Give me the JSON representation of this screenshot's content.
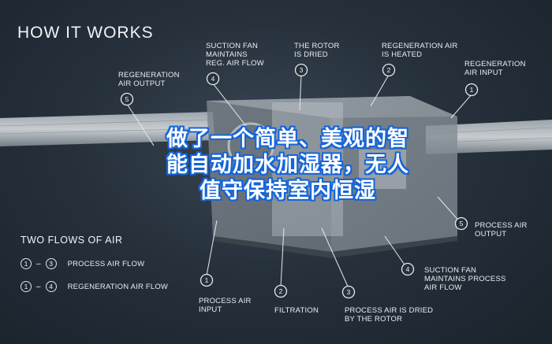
{
  "title": "HOW IT WORKS",
  "callouts": {
    "regen_output": {
      "num": "5",
      "line1": "REGENERATION",
      "line2": "AIR OUTPUT"
    },
    "suction_regen": {
      "num": "4",
      "line1": "SUCTION FAN",
      "line2": "MAINTAINS",
      "line3": "REG. AIR FLOW"
    },
    "rotor_dried": {
      "num": "3",
      "line1": "THE ROTOR",
      "line2": "IS DRIED"
    },
    "regen_heated": {
      "num": "2",
      "line1": "REGENERATION AIR",
      "line2": "IS HEATED"
    },
    "regen_input": {
      "num": "1",
      "line1": "REGENERATION",
      "line2": "AIR INPUT"
    },
    "process_output": {
      "num": "5",
      "line1": "PROCESS AIR",
      "line2": "OUTPUT"
    },
    "suction_process": {
      "num": "4",
      "line1": "SUCTION FAN",
      "line2": "MAINTAINS PROCESS",
      "line3": "AIR FLOW"
    },
    "process_input": {
      "num": "1",
      "line1": "PROCESS AIR",
      "line2": "INPUT"
    },
    "filtration": {
      "num": "2",
      "line1": "FILTRATION"
    },
    "process_dried": {
      "num": "3",
      "line1": "PROCESS AIR IS DRIED",
      "line2": "BY THE ROTOR"
    }
  },
  "legend": {
    "title": "TWO FLOWS OF AIR",
    "rows": [
      {
        "from": "1",
        "to": "3",
        "label": "PROCESS AIR FLOW"
      },
      {
        "from": "1",
        "to": "4",
        "label": "REGENERATION AIR FLOW"
      }
    ]
  },
  "overlay": {
    "line1": "做了一个简单、美观的智",
    "line2": "能自动加水加湿器，无人",
    "line3": "值守保持室内恒湿"
  },
  "colors": {
    "background": "#1d2630",
    "overlay_stroke": "#1565d8",
    "text": "#e9edf1"
  }
}
